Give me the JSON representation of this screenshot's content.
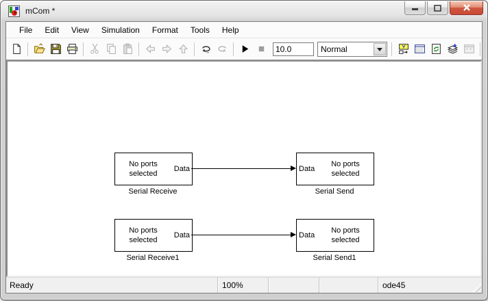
{
  "window": {
    "title": "mCom *"
  },
  "titlebar": {
    "buttons": [
      "minimize",
      "maximize",
      "close"
    ]
  },
  "menu": {
    "items": [
      "File",
      "Edit",
      "View",
      "Simulation",
      "Format",
      "Tools",
      "Help"
    ]
  },
  "toolbar": {
    "stop_time_value": "10.0",
    "mode_value": "Normal",
    "icons": [
      "new-document",
      "open-model",
      "save-model",
      "print",
      "cut",
      "copy",
      "paste",
      "go-back",
      "go-forward",
      "go-up",
      "undo",
      "redo",
      "start-simulation",
      "stop-simulation",
      "library-browser",
      "model-browser",
      "refresh-model-blocks",
      "build-all",
      "update-diagram",
      "debug"
    ]
  },
  "canvas": {
    "blocks": [
      {
        "name": "Serial Receive",
        "body": "No ports selected",
        "port": "Data",
        "port_side": "right"
      },
      {
        "name": "Serial Send",
        "body": "No ports selected",
        "port": "Data",
        "port_side": "left"
      },
      {
        "name": "Serial Receive1",
        "body": "No ports selected",
        "port": "Data",
        "port_side": "right"
      },
      {
        "name": "Serial Send1",
        "body": "No ports selected",
        "port": "Data",
        "port_side": "left"
      }
    ],
    "connections": [
      {
        "from": "Serial Receive/Data",
        "to": "Serial Send/Data"
      },
      {
        "from": "Serial Receive1/Data",
        "to": "Serial Send1/Data"
      }
    ]
  },
  "statusbar": {
    "status": "Ready",
    "zoom": "100%",
    "solver": "ode45"
  },
  "colors": {
    "close_button": "#c94b35",
    "canvas_bg": "#ffffff",
    "wire": "#000000"
  }
}
